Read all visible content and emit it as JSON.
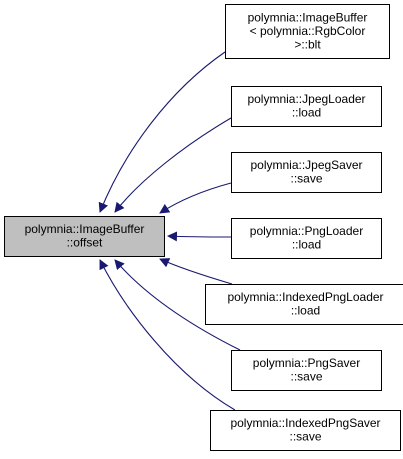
{
  "colors": {
    "edge": "#191970",
    "focus_fill": "#bfbfbf",
    "node_fill": "#ffffff",
    "border": "#000000"
  },
  "nodes": [
    {
      "id": "offset",
      "lines": [
        "polymnia::ImageBuffer",
        "::offset"
      ],
      "focus": true
    },
    {
      "id": "blt",
      "lines": [
        "polymnia::ImageBuffer",
        "< polymnia::RgbColor",
        ">::blt"
      ],
      "focus": false
    },
    {
      "id": "jpeg-loader-load",
      "lines": [
        "polymnia::JpegLoader",
        "::load"
      ],
      "focus": false
    },
    {
      "id": "jpeg-saver-save",
      "lines": [
        "polymnia::JpegSaver",
        "::save"
      ],
      "focus": false
    },
    {
      "id": "png-loader-load",
      "lines": [
        "polymnia::PngLoader",
        "::load"
      ],
      "focus": false
    },
    {
      "id": "indexed-png-loader-load",
      "lines": [
        "polymnia::IndexedPngLoader",
        "::load"
      ],
      "focus": false
    },
    {
      "id": "png-saver-save",
      "lines": [
        "polymnia::PngSaver",
        "::save"
      ],
      "focus": false
    },
    {
      "id": "indexed-png-saver-save",
      "lines": [
        "polymnia::IndexedPngSaver",
        "::save"
      ],
      "focus": false
    }
  ],
  "edges": [
    {
      "from": "blt",
      "to": "offset"
    },
    {
      "from": "jpeg-loader-load",
      "to": "offset"
    },
    {
      "from": "jpeg-saver-save",
      "to": "offset"
    },
    {
      "from": "png-loader-load",
      "to": "offset"
    },
    {
      "from": "indexed-png-loader-load",
      "to": "offset"
    },
    {
      "from": "png-saver-save",
      "to": "offset"
    },
    {
      "from": "indexed-png-saver-save",
      "to": "offset"
    }
  ]
}
